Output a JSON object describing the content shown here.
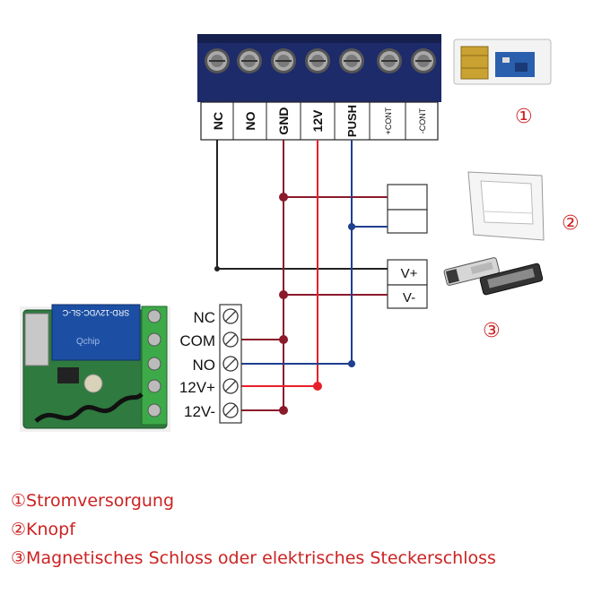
{
  "top_terminals": [
    "NC",
    "NO",
    "GND",
    "12V",
    "PUSH",
    "+CONT",
    "-CONT"
  ],
  "module_terminals": [
    "NC",
    "COM",
    "NO",
    "12V+",
    "12V-"
  ],
  "lock_terminals": {
    "v_plus": "V+",
    "v_minus": "V-"
  },
  "relay_text": {
    "model": "SRD-12VDC-SL-C",
    "brand": "Qchip"
  },
  "markers": {
    "power": "①",
    "button": "②",
    "lock": "③"
  },
  "legend": [
    {
      "num": "①",
      "text": "Stromversorgung"
    },
    {
      "num": "②",
      "text": "Knopf"
    },
    {
      "num": "③",
      "text": "Magnetisches Schloss oder elektrisches Steckerschloss"
    }
  ],
  "colors": {
    "wire_black": "#222222",
    "wire_gnd": "#8b1a2b",
    "wire_12v": "#e8202a",
    "wire_push": "#1f3f8f",
    "terminal_block": "#1d2b6b",
    "legend_text": "#cc2222",
    "pcb_green": "#2f7a3f",
    "relay_blue": "#1c4fa3"
  }
}
